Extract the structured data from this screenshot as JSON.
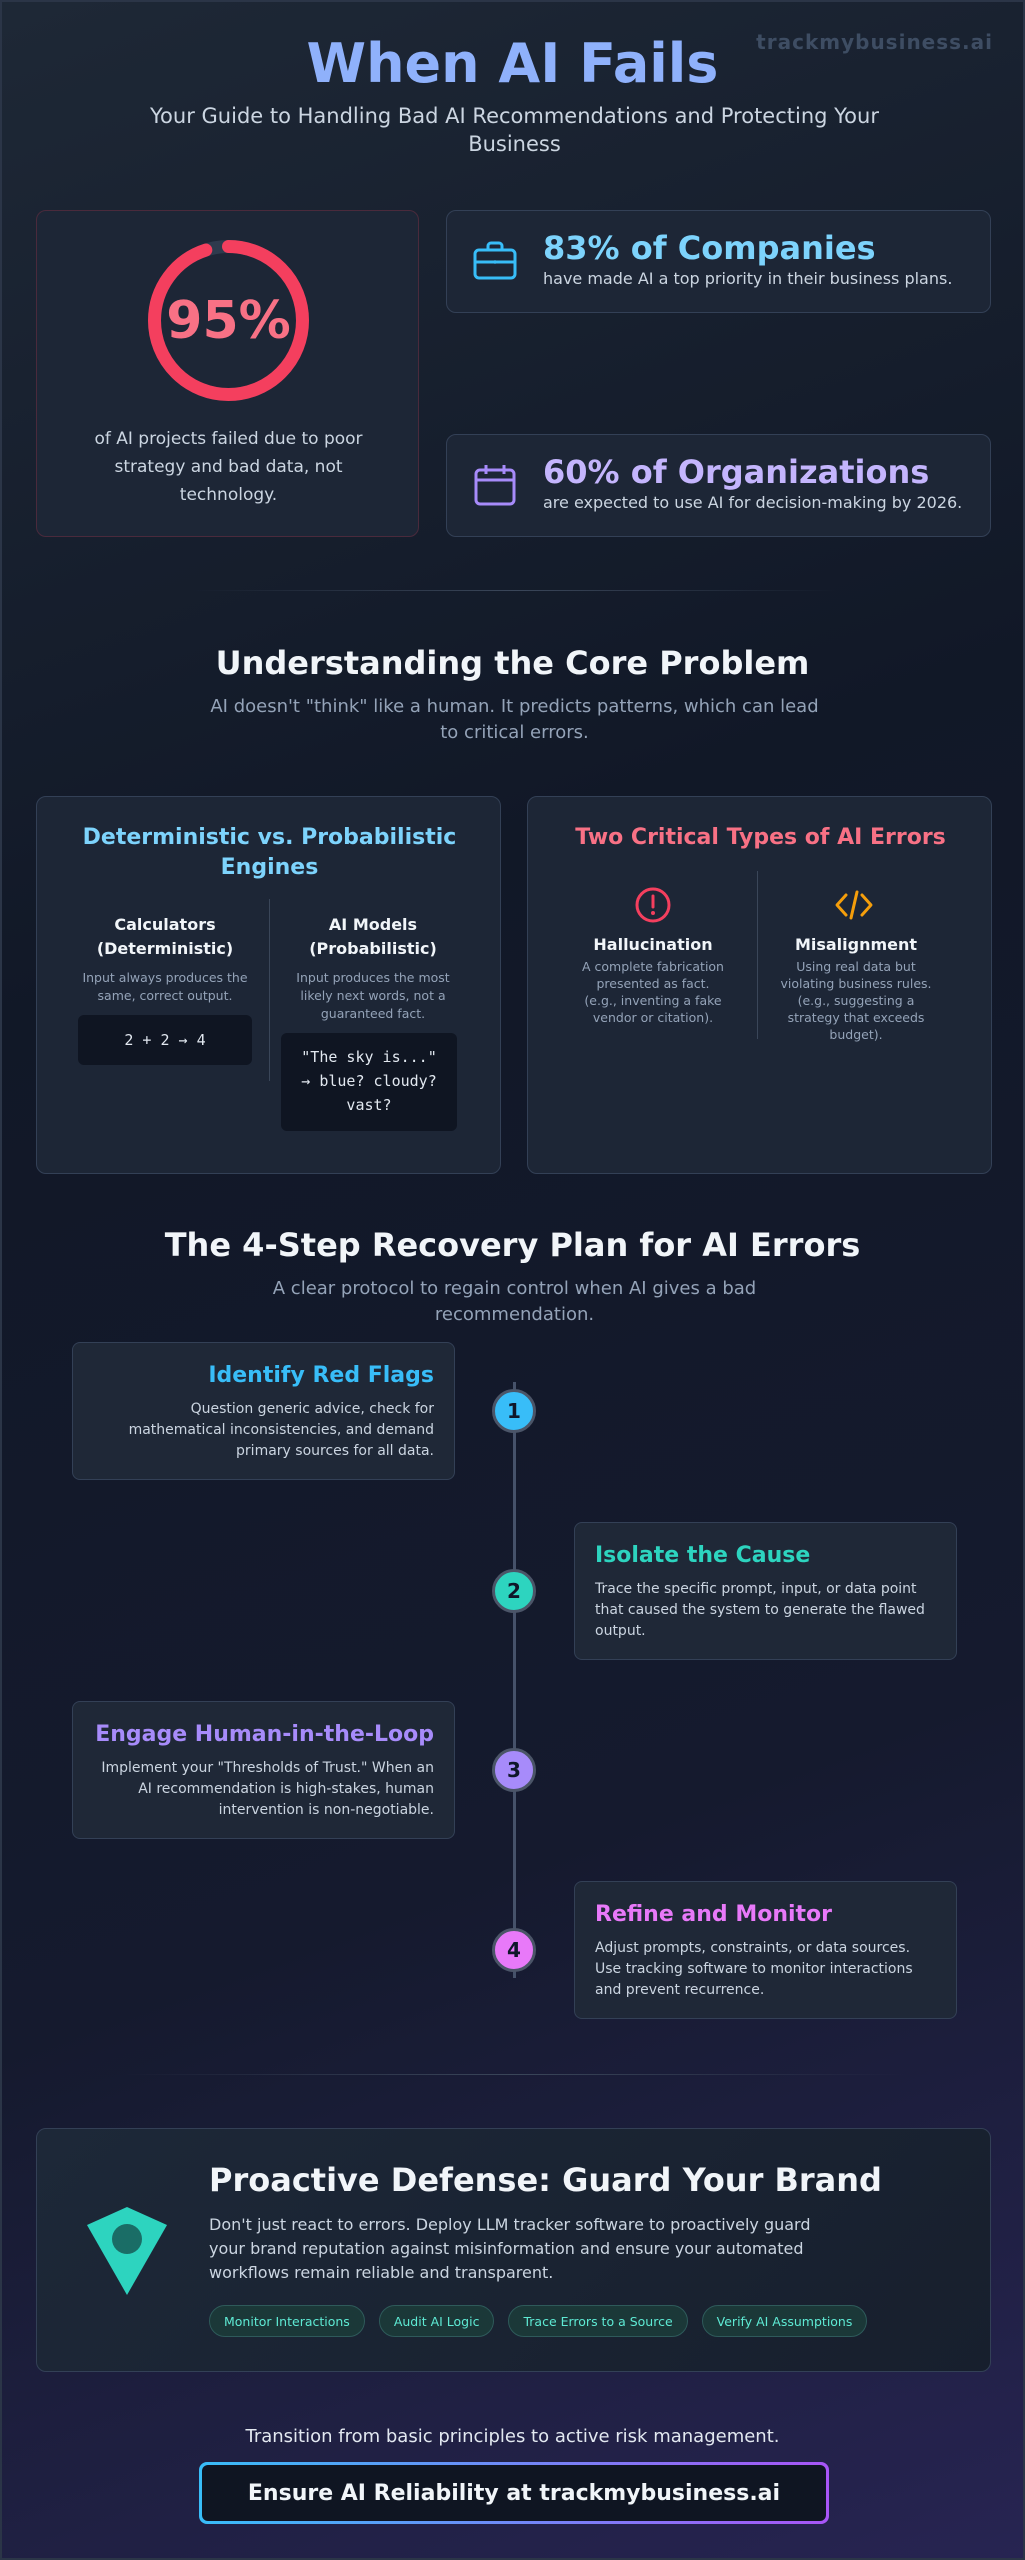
{
  "brand": "trackmybusiness.ai",
  "header": {
    "title": "When AI Fails",
    "subtitle": "Your Guide to Handling Bad AI Recommendations and Protecting Your Business"
  },
  "stats": {
    "ring": {
      "value_label": "95%",
      "fraction": 0.95,
      "caption": "of AI projects failed due to poor strategy and bad data, not technology.",
      "color": "#f43f5e"
    },
    "companies": {
      "title": "83% of Companies",
      "text": "have made AI a top priority in their business plans.",
      "icon": "briefcase-icon"
    },
    "organizations": {
      "title": "60% of Organizations",
      "text": "are expected to use AI for decision-making by 2026.",
      "icon": "calendar-icon"
    }
  },
  "core": {
    "title": "Understanding the Core Problem",
    "subtitle": "AI doesn't \"think\" like a human. It predicts patterns, which can lead to critical errors.",
    "engines": {
      "title": "Deterministic vs. Probabilistic Engines",
      "left": {
        "title": "Calculators (Deterministic)",
        "text": "Input always produces the same, correct output.",
        "code": "2 + 2 → 4"
      },
      "right": {
        "title": "AI Models (Probabilistic)",
        "text": "Input produces the most likely next words, not a guaranteed fact.",
        "code": "\"The sky is...\" → blue? cloudy? vast?"
      }
    },
    "errors": {
      "title": "Two Critical Types of AI Errors",
      "hallucination": {
        "title": "Hallucination",
        "text": "A complete fabrication presented as fact.",
        "example": "(e.g., inventing a fake vendor or citation).",
        "icon": "alert-circle-icon",
        "color": "#f43f5e"
      },
      "misalignment": {
        "title": "Misalignment",
        "text": "Using real data but violating business rules.",
        "example": "(e.g., suggesting a strategy that exceeds budget).",
        "icon": "code-icon",
        "color": "#f59e0b"
      }
    }
  },
  "plan": {
    "title": "The 4-Step Recovery Plan for AI Errors",
    "subtitle": "A clear protocol to regain control when AI gives a bad recommendation.",
    "steps": [
      {
        "num": "1",
        "title": "Identify Red Flags",
        "text": "Question generic advice, check for mathematical inconsistencies, and demand primary sources for all data.",
        "color": "#38bdf8"
      },
      {
        "num": "2",
        "title": "Isolate the Cause",
        "text": "Trace the specific prompt, input, or data point that caused the system to generate the flawed output.",
        "color": "#2dd4bf"
      },
      {
        "num": "3",
        "title": "Engage Human-in-the-Loop",
        "text": "Implement your \"Thresholds of Trust.\" When an AI recommendation is high-stakes, human intervention is non-negotiable.",
        "color": "#a78bfa"
      },
      {
        "num": "4",
        "title": "Refine and Monitor",
        "text": "Adjust prompts, constraints, or data sources. Use tracking software to monitor interactions and prevent recurrence.",
        "color": "#e879f9"
      }
    ]
  },
  "defense": {
    "title": "Proactive Defense: Guard Your Brand",
    "text": "Don't just react to errors. Deploy LLM tracker software to proactively guard your brand reputation against misinformation and ensure your automated workflows remain reliable and transparent.",
    "icon": "shield-icon",
    "tags": [
      "Monitor Interactions",
      "Audit AI Logic",
      "Trace Errors to a Source",
      "Verify AI Assumptions"
    ]
  },
  "footer": {
    "text": "Transition from basic principles to active risk management.",
    "cta": "Ensure AI Reliability at trackmybusiness.ai"
  }
}
